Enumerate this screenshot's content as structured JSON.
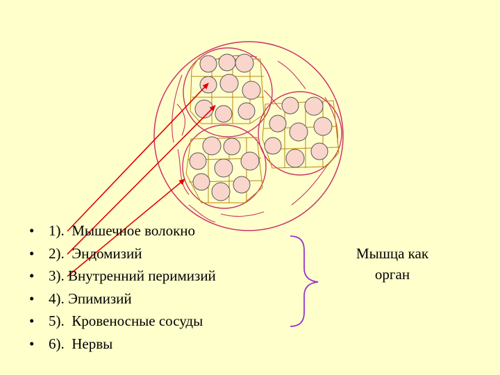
{
  "legend": {
    "bullet": "•",
    "items": [
      "1).  Мышечное волокно",
      "2).  Эндомизий",
      "3). Внутренний перимизий",
      "4). Эпимизий",
      "5).  Кровеносные сосуды",
      "6).  Нервы"
    ]
  },
  "caption": {
    "line1": "Мышца как",
    "line2": "орган"
  },
  "colors": {
    "background": "#FFFFCC",
    "membrane": "#CC3366",
    "fiber_fill": "#F9D5CC",
    "fiber_stroke": "#555555",
    "endomysium": "#B8860B",
    "arrow": "#DD0000",
    "brace": "#9933CC"
  }
}
